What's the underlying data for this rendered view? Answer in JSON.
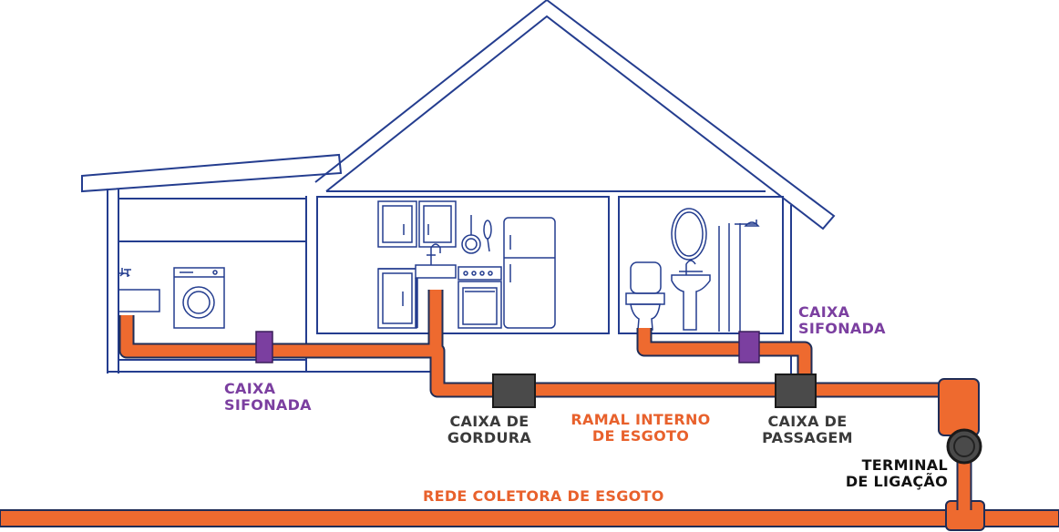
{
  "colors": {
    "outline": "#243d8f",
    "pipe": "#ee6a2f",
    "pipe_edge": "#1f2d57",
    "trap": "#7b3fa0",
    "box": "#4a4a4a",
    "label_purple": "#7b3fa0",
    "label_orange": "#e8612c",
    "label_dark": "#3a3a3a"
  },
  "labels": {
    "laundry_trap": {
      "line1": "CAIXA",
      "line2": "SIFONADA"
    },
    "bathroom_trap": {
      "line1": "CAIXA",
      "line2": "SIFONADA"
    },
    "grease_box": {
      "line1": "CAIXA DE",
      "line2": "GORDURA"
    },
    "internal_branch": {
      "line1": "RAMAL INTERNO",
      "line2": "DE ESGOTO"
    },
    "passage_box": {
      "line1": "CAIXA DE",
      "line2": "PASSAGEM"
    },
    "terminal": {
      "line1": "TERMINAL",
      "line2": "DE LIGAÇÃO"
    },
    "collector": "REDE COLETORA DE ESGOTO"
  },
  "icons": [
    "house-outline",
    "laundry-sink-icon",
    "washing-machine-icon",
    "kitchen-cabinets-icon",
    "kitchen-sink-icon",
    "frying-pan-icon",
    "stove-icon",
    "refrigerator-icon",
    "toilet-icon",
    "mirror-icon",
    "bathroom-sink-icon",
    "shower-icon"
  ]
}
